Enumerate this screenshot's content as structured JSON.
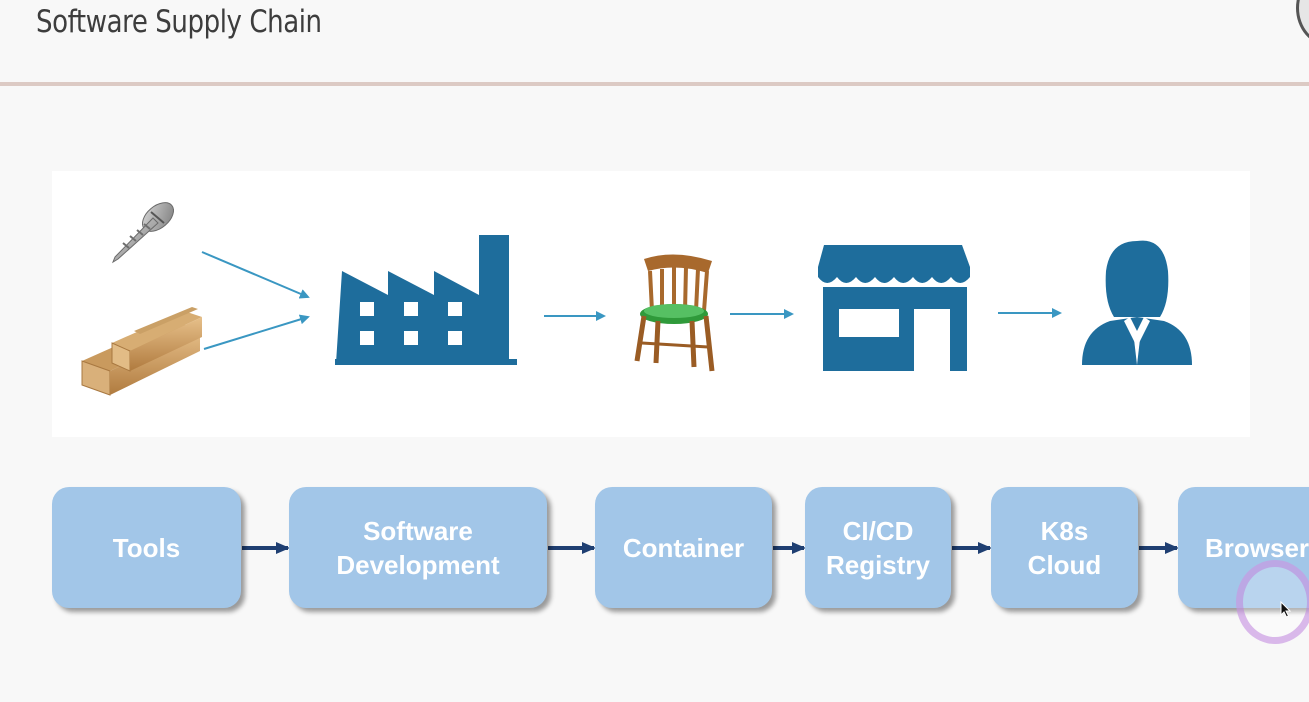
{
  "slide": {
    "title": "Software Supply Chain"
  },
  "illustration": {
    "icons": [
      "screw-icon",
      "lumber-icon",
      "factory-icon",
      "chair-icon",
      "store-icon",
      "customer-icon"
    ],
    "accent_color": "#1e6d9c",
    "arrow_color": "#3a97c2"
  },
  "flow": {
    "box_color": "#a2c6e8",
    "arrow_color": "#1f3f72",
    "stages": [
      {
        "lines": [
          "Tools"
        ]
      },
      {
        "lines": [
          "Software",
          "Development"
        ]
      },
      {
        "lines": [
          "Container"
        ]
      },
      {
        "lines": [
          "CI/CD",
          "Registry"
        ]
      },
      {
        "lines": [
          "K8s",
          "Cloud"
        ]
      },
      {
        "lines": [
          "Browser"
        ]
      }
    ]
  }
}
